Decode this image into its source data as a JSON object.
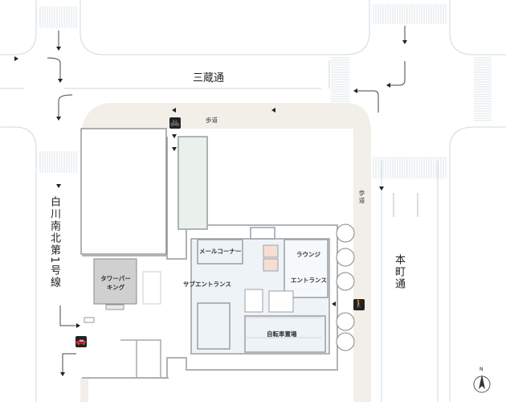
{
  "roads": {
    "top": "三蔵通",
    "left": "白川南北第1号線",
    "right": "本町通"
  },
  "sidewalks": {
    "top": "歩道",
    "right": "歩道"
  },
  "rooms": {
    "tower_parking": "タワーパーキング",
    "mail_corner": "メールコーナー",
    "lounge": "ラウンジ",
    "entrance": "エントランス",
    "sub_entrance": "サブエントランス",
    "bicycle_parking": "自転車置場"
  },
  "icons": {
    "bicycle": "bicycle-icon",
    "car": "car-icon",
    "pedestrian": "pedestrian-icon",
    "north": "north-arrow-icon"
  },
  "compass": "N",
  "colors": {
    "sidewalk": "#f2eee8",
    "road_line": "#d6e0e4",
    "building": "#eef3f7",
    "wall": "#9aa0a4",
    "parking": "#d0d0d0"
  }
}
